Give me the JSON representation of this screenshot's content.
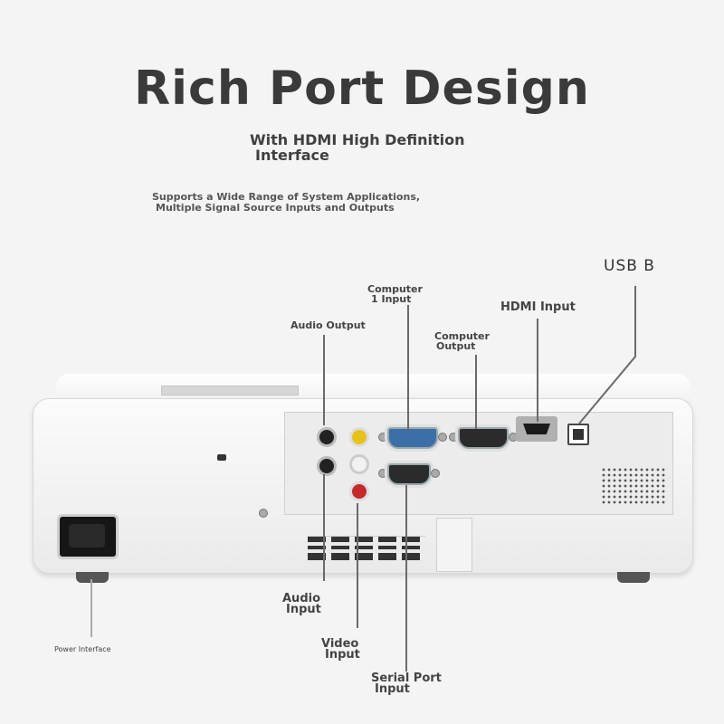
{
  "headline": "Rich Port Design",
  "subtitle_lines": [
    "With HDMI High Definition",
    "Interface"
  ],
  "description_lines": [
    "Supports a Wide Range of System Applications,",
    "Multiple Signal Source Inputs and Outputs"
  ],
  "labels": {
    "usb_b": "USB B",
    "computer_1_input": [
      "Computer",
      "1 Input"
    ],
    "hdmi_input": "HDMI Input",
    "computer_output": [
      "Computer",
      "Output"
    ],
    "audio_output": "Audio Output",
    "audio_input": [
      "Audio",
      "Input"
    ],
    "video_input": [
      "Video",
      "Input"
    ],
    "serial_port_input": [
      "Serial Port",
      "Input"
    ],
    "power_interface": "Power Interface"
  },
  "colors": {
    "background": "#f4f4f4",
    "text": "#333333",
    "callout_line": "#6a6a6a",
    "vga_blue": "#3c6ea8",
    "rca_yellow": "#e8c21a",
    "rca_red": "#c42a2a",
    "rca_white": "#f2f2f2"
  },
  "icons": {
    "power_socket": "power-socket-icon",
    "hdmi_port": "hdmi-port-icon",
    "usb_b_port": "usb-b-port-icon",
    "vga_port": "vga-port-icon",
    "serial_port": "serial-port-icon",
    "audio_jack": "audio-jack-icon",
    "rca_jack": "rca-jack-icon",
    "speaker_grille": "speaker-grille-icon",
    "kensington_lock": "kensington-lock-icon"
  }
}
